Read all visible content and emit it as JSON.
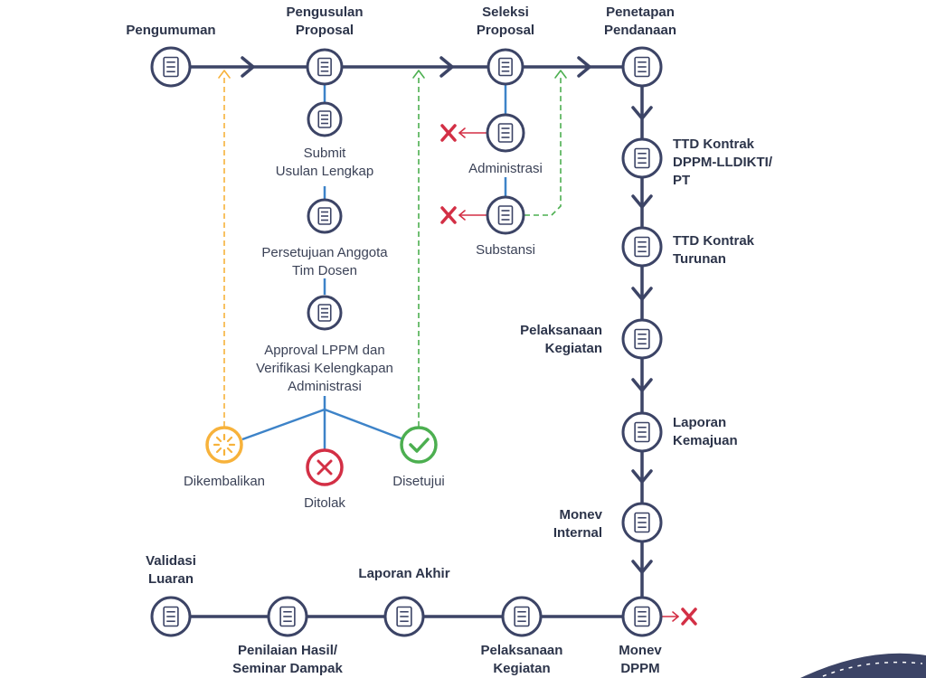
{
  "nodes": {
    "pengumuman": "Pengumuman",
    "pengusulan": "Pengusulan\nProposal",
    "seleksi": "Seleksi\nProposal",
    "penetapan": "Penetapan\nPendanaan",
    "submit": "Submit\nUsulan Lengkap",
    "persetujuan": "Persetujuan Anggota\nTim Dosen",
    "approval": "Approval LPPM dan\nVerifikasi Kelengkapan\nAdministrasi",
    "dikembalikan": "Dikembalikan",
    "ditolak": "Ditolak",
    "disetujui": "Disetujui",
    "administrasi": "Administrasi",
    "substansi": "Substansi",
    "ttd_kontrak": "TTD Kontrak\nDPPM-LLDIKTI/\nPT",
    "ttd_turunan": "TTD Kontrak\nTurunan",
    "pelaksanaan_kegiatan_right": "Pelaksanaan\nKegiatan",
    "laporan_kemajuan": "Laporan\nKemajuan",
    "monev_internal": "Monev\nInternal",
    "monev_dppm": "Monev\nDPPM",
    "pelaksanaan_kegiatan_bottom": "Pelaksanaan\nKegiatan",
    "laporan_akhir": "Laporan Akhir",
    "penilaian": "Penilaian Hasil/\nSeminar Dampak",
    "validasi": "Validasi\nLuaran"
  },
  "icons": {
    "pengumuman": "megaphone-icon",
    "pengusulan": "upload-document-icon",
    "submit": "file-upload-icon",
    "persetujuan": "clipboard-list-icon",
    "approval": "stamp-icon",
    "dikembalikan": "loading-spinner-icon",
    "ditolak": "close-circle-icon",
    "disetujui": "check-circle-icon",
    "seleksi": "document-search-icon",
    "administrasi": "checklist-icon",
    "substansi": "document-edit-icon",
    "penetapan": "money-hand-icon",
    "ttd_kontrak": "contract-sign-icon",
    "ttd_turunan": "handshake-document-icon",
    "pelaksanaan_right": "tools-icon",
    "laporan_kemajuan": "report-chart-icon",
    "monev_internal": "monitor-chart-icon",
    "monev_dppm": "monitor-search-icon",
    "pelaksanaan_bottom": "target-chart-icon",
    "laporan_akhir": "presentation-report-icon",
    "penilaian": "target-gear-icon",
    "validasi": "lightbulb-screen-icon"
  },
  "colors": {
    "main_line": "#3c4466",
    "sub_line": "#3d83c8",
    "node_border": "#3c4466",
    "node_fill": "#ffffff",
    "returned": "#f7b23b",
    "rejected": "#d32f45",
    "approved": "#4caf50",
    "reject_mark": "#d32f45"
  }
}
